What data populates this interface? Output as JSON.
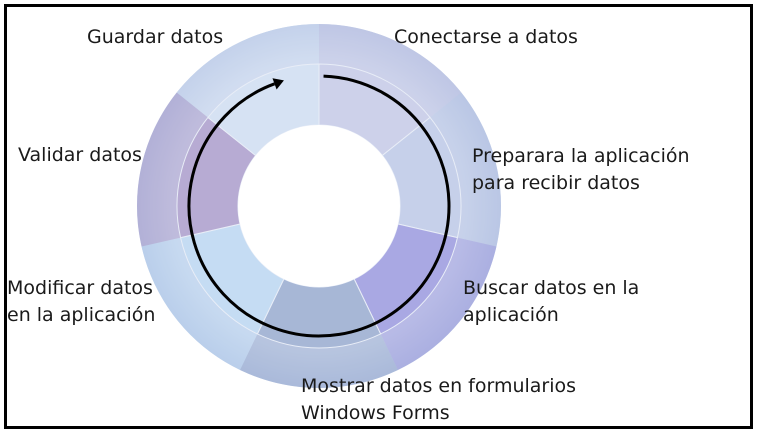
{
  "diagram": {
    "steps": [
      {
        "id": "conectar",
        "label_lines": [
          "Conectarse a datos"
        ]
      },
      {
        "id": "preparar",
        "label_lines": [
          "Preparara la aplicación",
          "para recibir datos"
        ]
      },
      {
        "id": "buscar",
        "label_lines": [
          "Buscar datos en la",
          "aplicación"
        ]
      },
      {
        "id": "mostrar",
        "label_lines": [
          "Mostrar datos en formularios",
          "Windows Forms"
        ]
      },
      {
        "id": "modificar",
        "label_lines": [
          "Modificar datos",
          "en la aplicación"
        ]
      },
      {
        "id": "validar",
        "label_lines": [
          "Validar datos"
        ]
      },
      {
        "id": "guardar",
        "label_lines": [
          "Guardar datos"
        ]
      }
    ],
    "colors": {
      "outer_ring": "#c9d3ea",
      "segments_inner": [
        "#cdd1ea",
        "#c6d0ea",
        "#a9a8e3",
        "#a7b7d6",
        "#c5dcf3",
        "#b7abd3",
        "#d6e2f3"
      ],
      "segments_outer": [
        "#c1c5e3",
        "#b8c4e3",
        "#9c9bdc",
        "#9badcf",
        "#b8d3ee",
        "#a99ccb",
        "#cad8ee"
      ],
      "arrow": "#000000",
      "border": "#000000"
    }
  }
}
